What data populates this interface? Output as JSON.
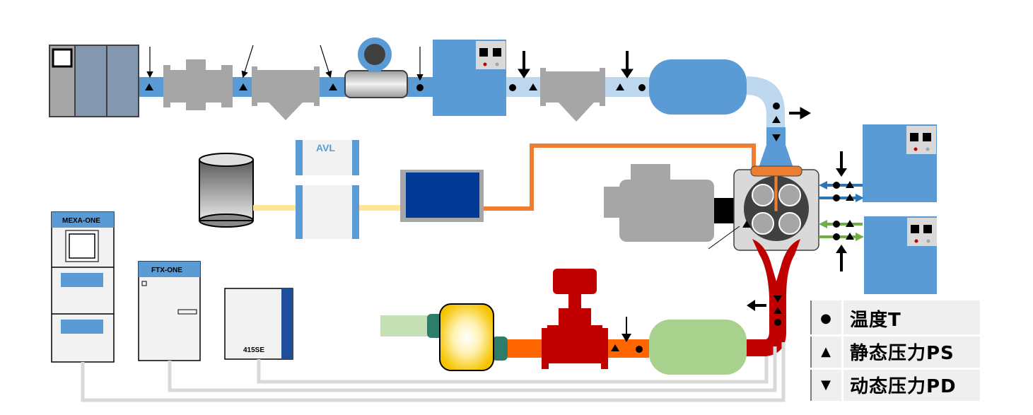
{
  "labels": {
    "avl": "AVL",
    "mexa": "MEXA-ONE",
    "ftx": "FTX-ONE",
    "se415": "415SE"
  },
  "legend": {
    "items": [
      {
        "symbol": "●",
        "label": "温度T"
      },
      {
        "symbol": "▲",
        "label": "静态压力PS"
      },
      {
        "symbol": "▼",
        "label": "动态压力PD"
      }
    ]
  },
  "colors": {
    "intake_blue": "#5b9bd5",
    "light_blue": "#bdd7ee",
    "exhaust_red": "#c00000",
    "coolant_orange": "#ed7d31",
    "fuel_yellow": "#ffe699",
    "equipment_gray": "#a6a6a6",
    "catalyst_green": "#a9d18e",
    "legend_bg": "#efefef"
  },
  "icons": {
    "temperature": "filled-circle-icon",
    "static_pressure": "up-triangle-icon",
    "dynamic_pressure": "down-triangle-icon",
    "flow": "arrow-icon"
  }
}
